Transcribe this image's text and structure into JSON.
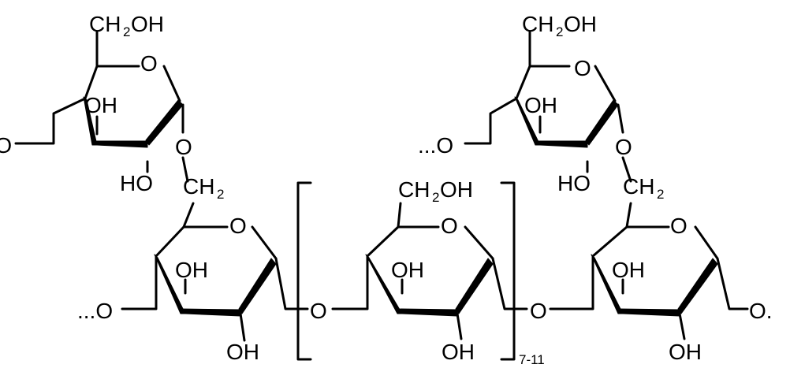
{
  "atoms": {
    "oxygen": "O",
    "hydroxyl": "OH",
    "hydroxyl_left": "HO",
    "carbon_hydro": "CH",
    "dihydrogen_sub": "2",
    "methylene_oh_tail": "OH",
    "chain_end_left": "...O",
    "chain_end_right": "O."
  },
  "repeat_unit": {
    "subscript": "7-11"
  }
}
